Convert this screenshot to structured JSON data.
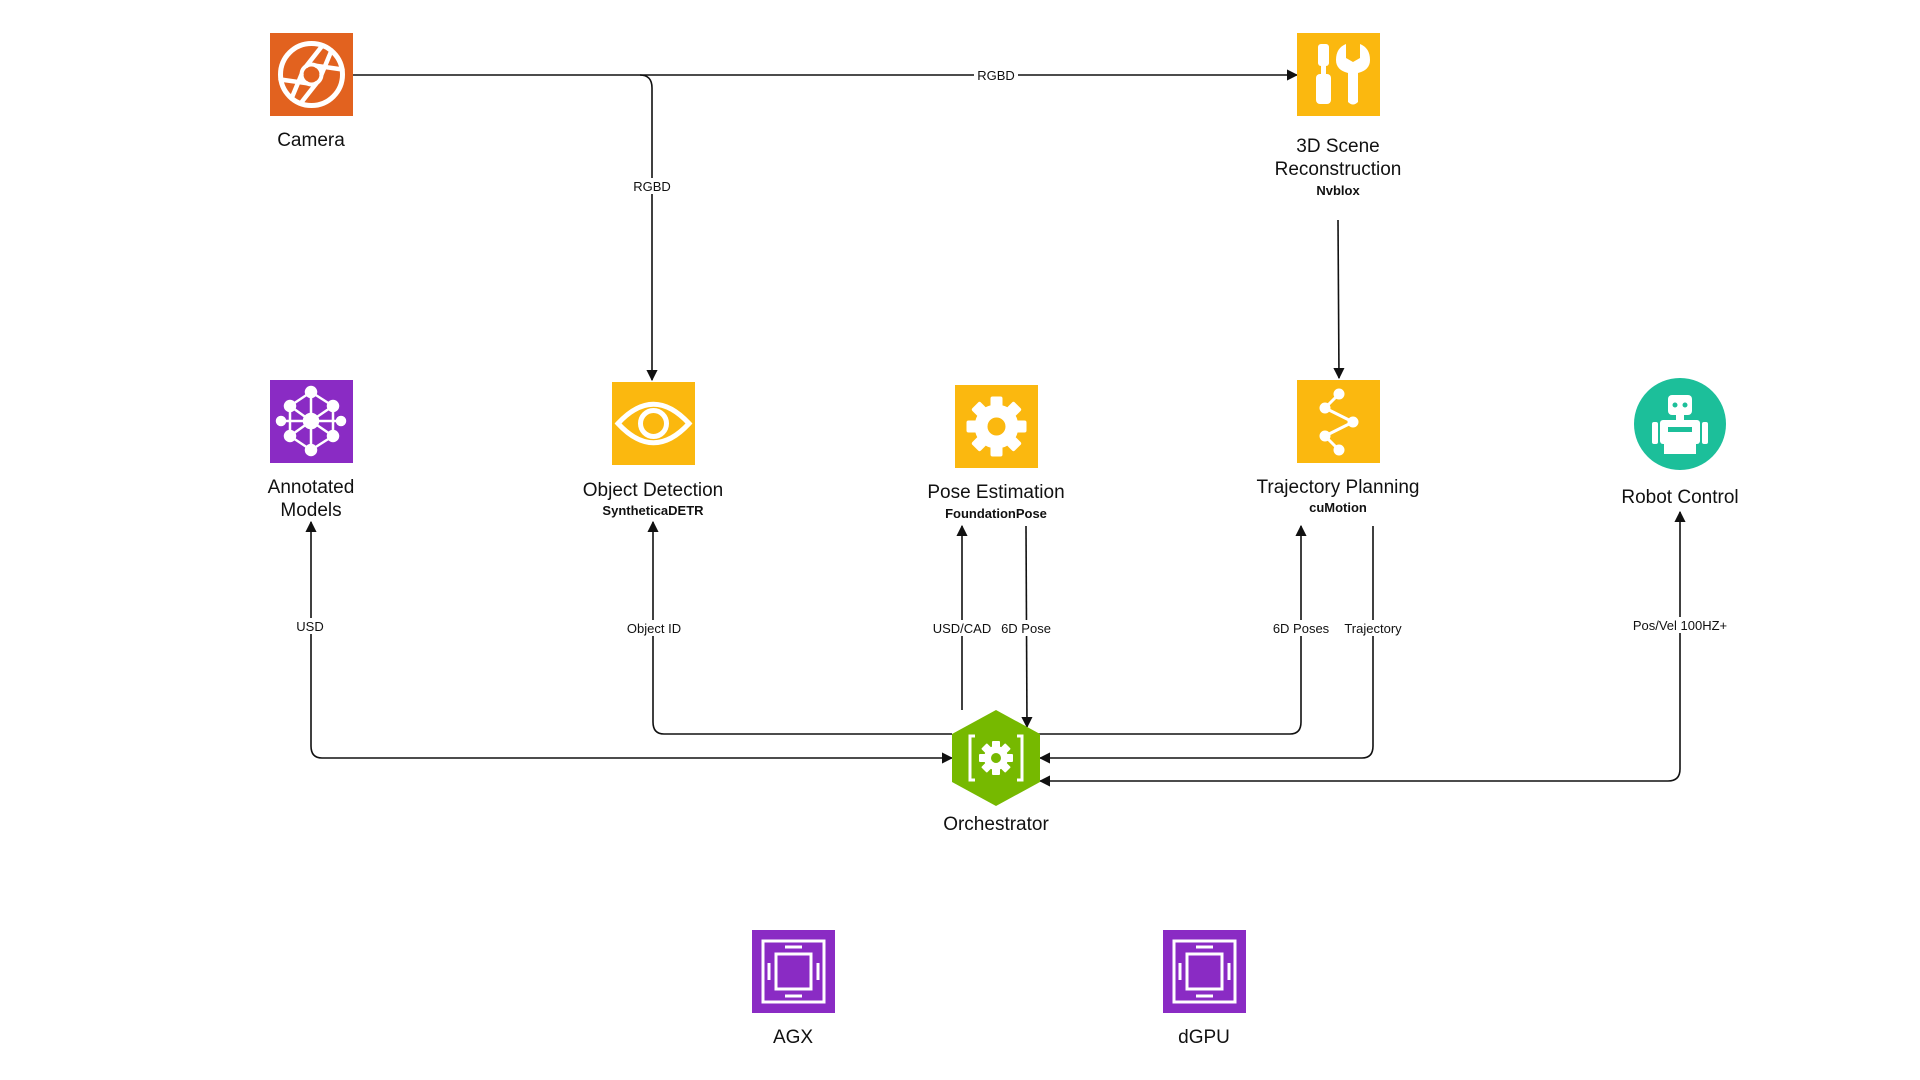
{
  "colors": {
    "camera": "#e2621f",
    "nvidia_yellow": "#fbb80f",
    "purple": "#8a2bc4",
    "teal": "#1cbf9a",
    "green": "#76b900",
    "line": "#111111"
  },
  "nodes": {
    "camera": {
      "title": "Camera",
      "icon": "camera-aperture-icon"
    },
    "scene": {
      "title1": "3D Scene",
      "title2": "Reconstruction",
      "sub": "Nvblox",
      "icon": "tools-icon"
    },
    "models": {
      "title1": "Annotated",
      "title2": "Models",
      "icon": "neural-network-icon"
    },
    "detection": {
      "title": "Object Detection",
      "sub": "SyntheticaDETR",
      "icon": "eye-icon"
    },
    "pose": {
      "title": "Pose Estimation",
      "sub": "FoundationPose",
      "icon": "gear-icon"
    },
    "trajectory": {
      "title": "Trajectory Planning",
      "sub": "cuMotion",
      "icon": "path-icon"
    },
    "robot": {
      "title": "Robot Control",
      "icon": "robot-icon"
    },
    "orchestrator": {
      "title": "Orchestrator",
      "icon": "orchestrator-gear-icon"
    },
    "agx": {
      "title": "AGX",
      "icon": "chip-icon"
    },
    "dgpu": {
      "title": "dGPU",
      "icon": "chip-icon"
    }
  },
  "edges": {
    "camera_scene": "RGBD",
    "camera_detection": "RGBD",
    "models_usd": "USD",
    "detection_object_id": "Object ID",
    "pose_usd_cad": "USD/CAD",
    "pose_6d_pose": "6D Pose",
    "trajectory_6d_poses": "6D Poses",
    "trajectory_trajectory": "Trajectory",
    "robot_pos_vel": "Pos/Vel 100HZ+"
  }
}
